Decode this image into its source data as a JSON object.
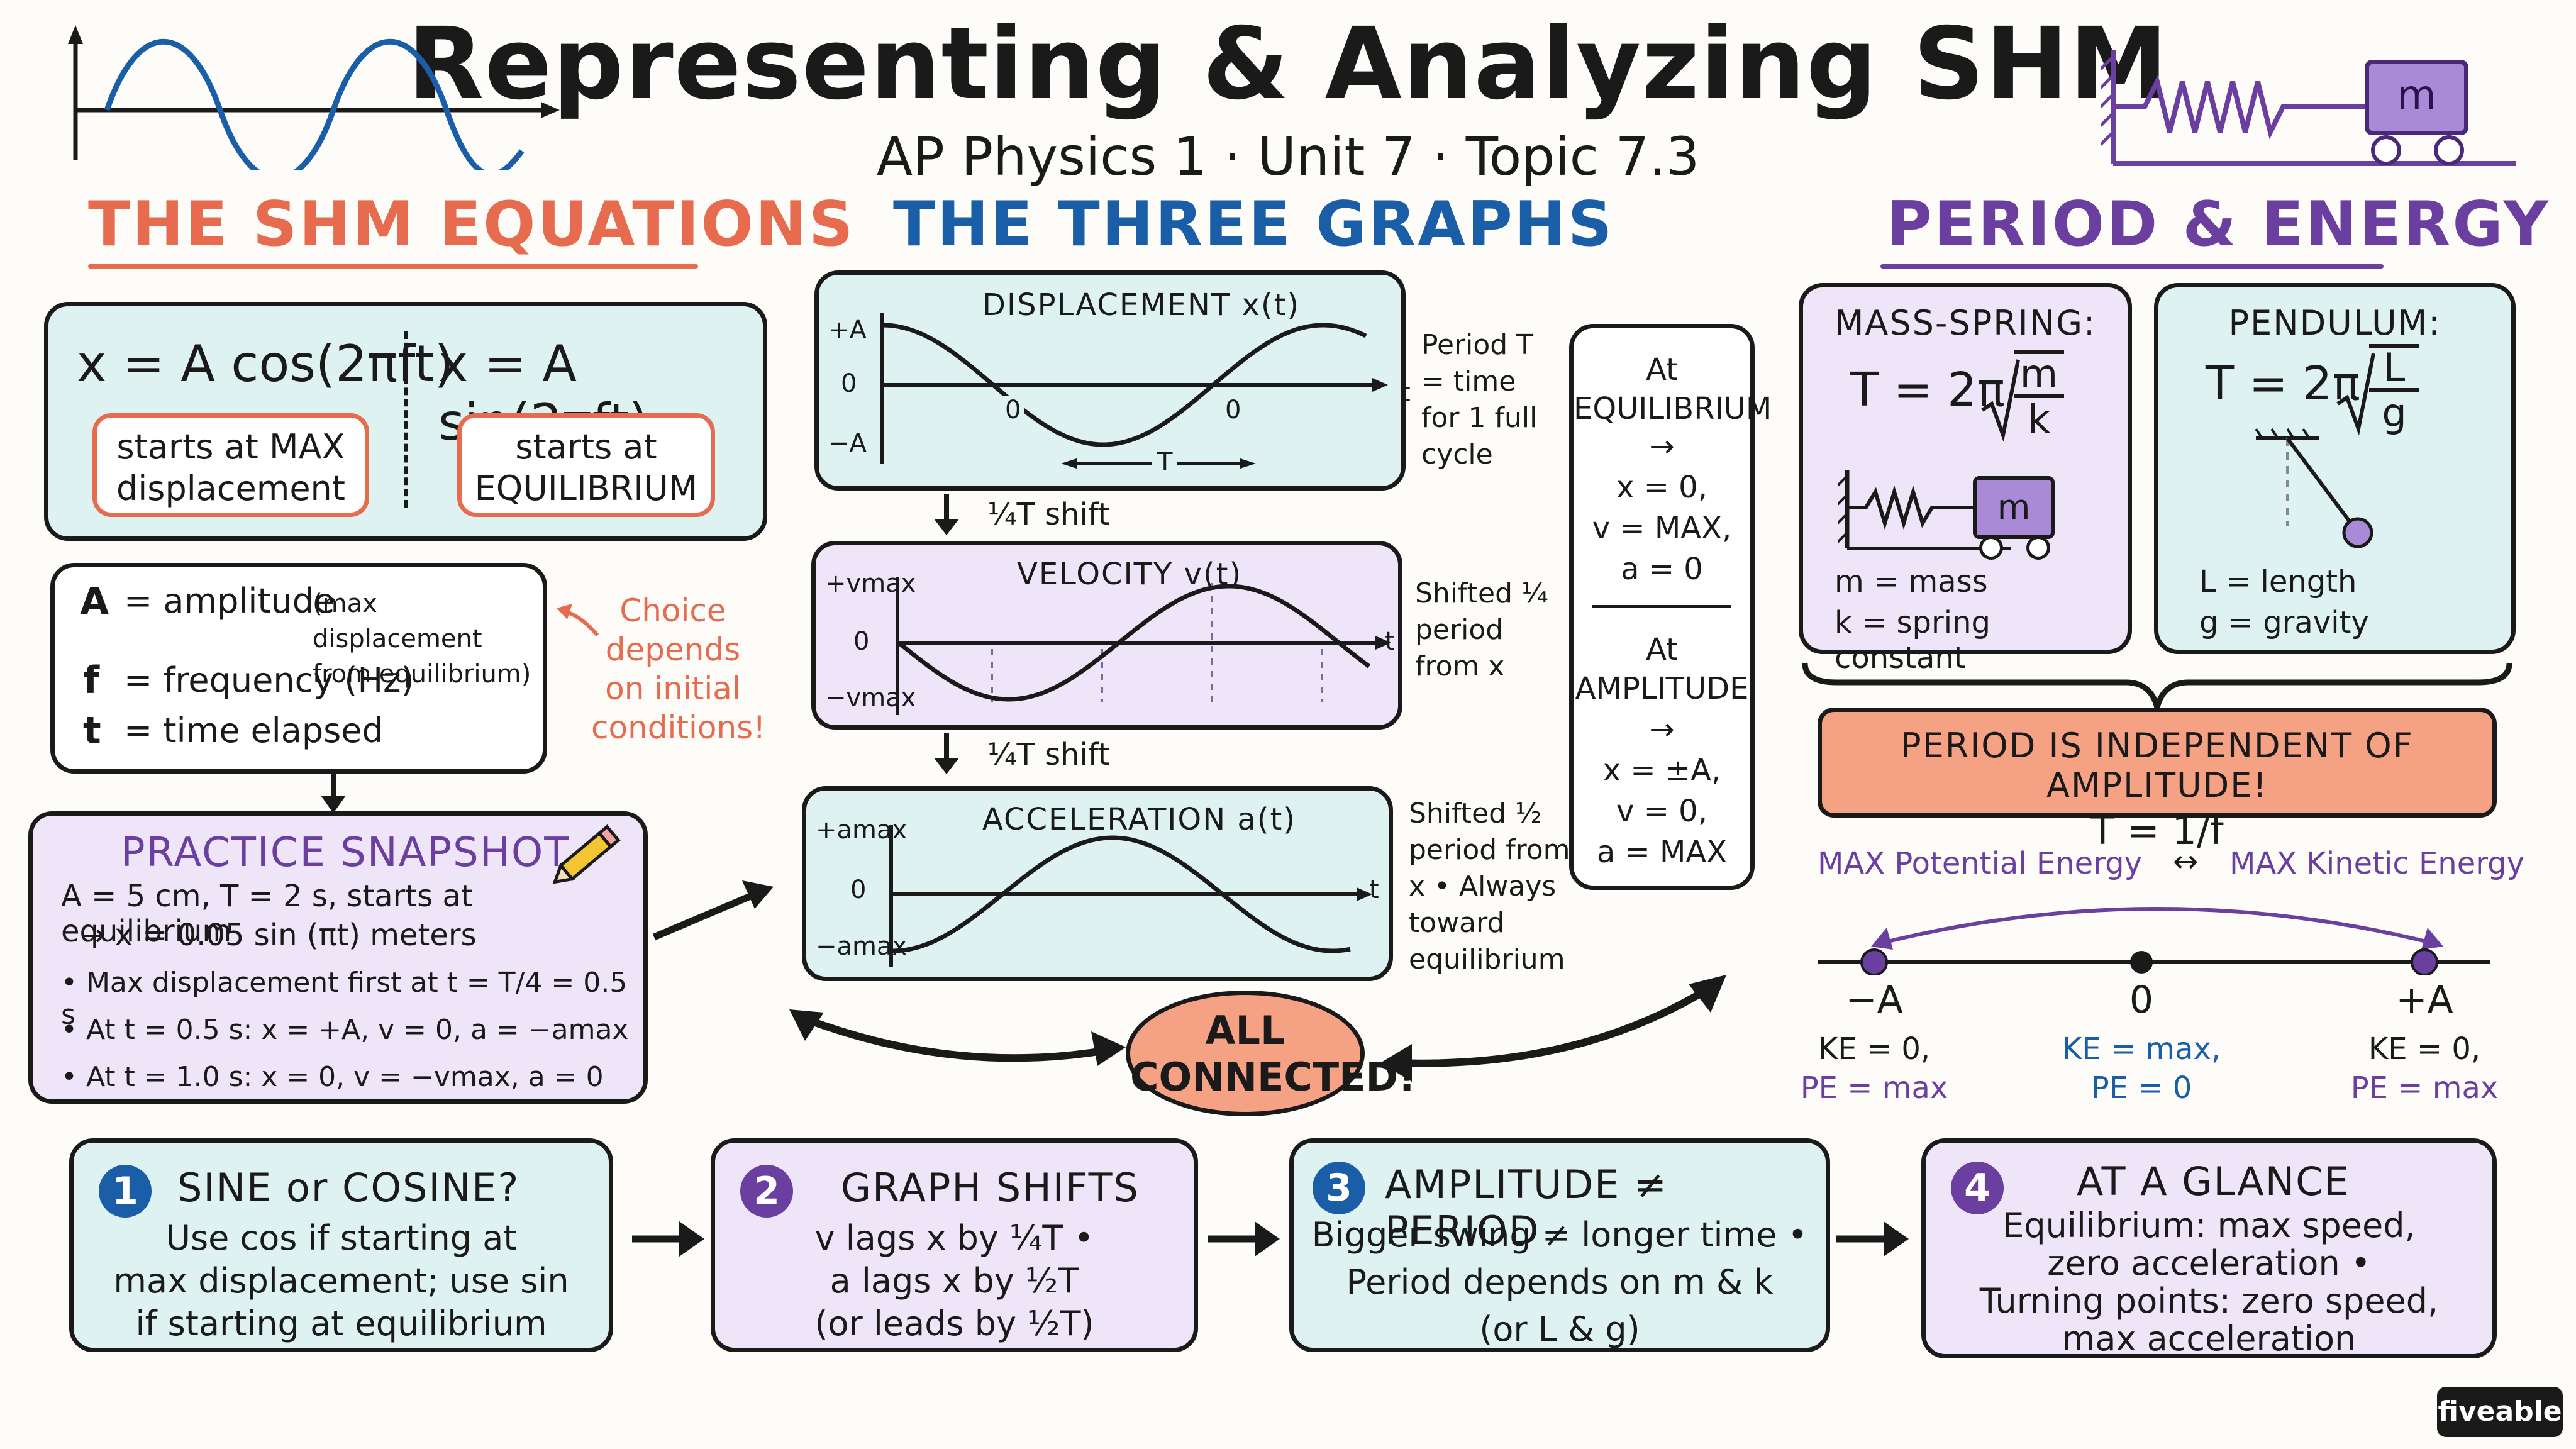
{
  "header": {
    "title": "Representing & Analyzing SHM",
    "subtitle": "AP Physics 1 · Unit 7 · Topic 7.3"
  },
  "equations": {
    "heading": "THE SHM EQUATIONS",
    "eq_cos": "x = A cos(2πft)",
    "eq_sin": "x = A sin(2πft)",
    "tag_cos": "starts at MAX displacement",
    "tag_sin": "starts at EQUILIBRIUM",
    "var_a_sym": "A",
    "var_a_desc": "= amplitude",
    "var_a_note": "(max displacement from equilibrium)",
    "var_f_sym": "f",
    "var_f_desc": "= frequency (Hz)",
    "var_t_sym": "t",
    "var_t_desc": "= time elapsed",
    "choice_note": "Choice depends on initial conditions!"
  },
  "practice": {
    "heading": "PRACTICE SNAPSHOT",
    "line1": "A = 5 cm, T = 2 s, starts at equilibrium",
    "line2": "→ x = 0.05 sin (πt) meters",
    "bullet1": "Max displacement first at t = T/4 = 0.5 s",
    "bullet2": "At t = 0.5 s:  x = +A, v = 0, a = −amax",
    "bullet3": "At t = 1.0 s:  x = 0,  v = −vmax, a = 0"
  },
  "graphs": {
    "heading": "THE THREE GRAPHS",
    "disp_title": "DISPLACEMENT  x(t)",
    "disp_top": "+A",
    "disp_mid": "0",
    "disp_bot": "−A",
    "disp_t": "t",
    "disp_zero": "0",
    "disp_period": "T",
    "shift1": "¼T  shift",
    "vel_title": "VELOCITY  v(t)",
    "vel_top": "+vmax",
    "vel_mid": "0",
    "vel_bot": "−vmax",
    "vel_t": "t",
    "shift2": "¼T  shift",
    "acc_title": "ACCELERATION  a(t)",
    "acc_top": "+amax",
    "acc_mid": "0",
    "acc_bot": "−amax",
    "acc_t": "t",
    "note_disp": "Period T = time for 1 full cycle",
    "note_vel": "Shifted ¼ period from x",
    "note_acc": "Shifted ½ period from x • Always toward equilibrium",
    "connected": "ALL CONNECTED!"
  },
  "states": {
    "eq_heading": "At EQUILIBRIUM",
    "eq_arrow": "→",
    "eq_x": "x = 0,",
    "eq_v": "v = MAX,",
    "eq_a": "a = 0",
    "amp_heading": "At AMPLITUDE",
    "amp_arrow": "→",
    "amp_x": "x = ±A,",
    "amp_v": "v = 0,",
    "amp_a": "a = MAX"
  },
  "period": {
    "heading": "PERIOD & ENERGY",
    "spring_title": "MASS-SPRING:",
    "spring_formula_lhs": "T = 2π",
    "spring_num": "m",
    "spring_den": "k",
    "spring_mass_label": "m",
    "spring_def_m": "m = mass",
    "spring_def_k": "k = spring constant",
    "pend_title": "PENDULUM:",
    "pend_formula_lhs": "T = 2π",
    "pend_num": "L",
    "pend_den": "g",
    "pend_def_l": "L = length",
    "pend_def_g": "g = gravity",
    "independent_line1": "PERIOD IS INDEPENDENT OF AMPLITUDE!",
    "independent_line2": "T = 1/f",
    "energy_left": "MAX  Potential Energy",
    "energy_arrow": "↔",
    "energy_right": "MAX  Kinetic Energy",
    "pos_neg": "−A",
    "pos_zero": "0",
    "pos_pos": "+A",
    "ke_neg": "KE = 0,",
    "pe_neg": "PE = max",
    "ke_zero": "KE = max,",
    "pe_zero": "PE = 0",
    "ke_pos": "KE = 0,",
    "pe_pos": "PE = max"
  },
  "header_art": {
    "mass_label": "m"
  },
  "summary": [
    {
      "num": "1",
      "title": "SINE or COSINE?",
      "l1": "Use cos if starting at",
      "l2": "max displacement; use sin",
      "l3": "if starting at equilibrium"
    },
    {
      "num": "2",
      "title": "GRAPH SHIFTS",
      "l1": "v lags x by ¼T  •",
      "l2": "a lags x by ½T",
      "l3": "(or leads by ½T)"
    },
    {
      "num": "3",
      "title": "AMPLITUDE ≠ PERIOD",
      "l1": "Bigger swing ≠ longer time •",
      "l2": "Period depends on m & k",
      "l3": "(or L & g)"
    },
    {
      "num": "4",
      "title": "AT A GLANCE",
      "l1": "Equilibrium: max speed,",
      "l2": "zero acceleration  •",
      "l3": "Turning points: zero speed,",
      "l4": "max acceleration"
    }
  ],
  "brand": "fiveable",
  "colors": {
    "teal_bg": "#def3f1",
    "lavender_bg": "#eee6f8",
    "salmon": "#f5a184",
    "orange_text": "#e66b4f",
    "blue_text": "#1b5ea8",
    "purple_text": "#6b3fa0",
    "purple_fill": "#a98ad6"
  }
}
